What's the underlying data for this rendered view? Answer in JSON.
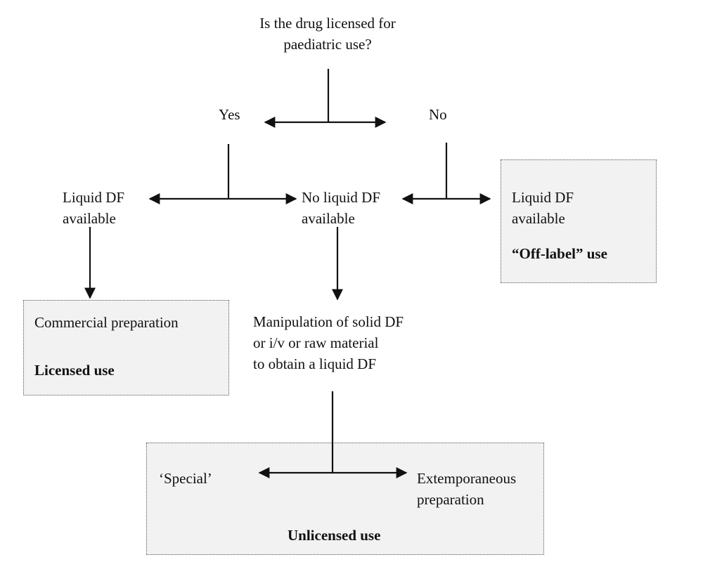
{
  "question": {
    "line1": "Is the drug licensed for",
    "line2": "paediatric use?"
  },
  "branches": {
    "yes": "Yes",
    "no": "No"
  },
  "nodes": {
    "liquid_left": {
      "line1": "Liquid DF",
      "line2": "available"
    },
    "no_liquid": {
      "line1": "No liquid DF",
      "line2": "available"
    },
    "liquid_right": {
      "line1": "Liquid DF",
      "line2": "available"
    },
    "manipulation": {
      "line1": "Manipulation of solid DF",
      "line2": "or i/v or raw material",
      "line3": "to obtain a liquid DF"
    }
  },
  "boxes": {
    "off_label": {
      "title": "“Off-label” use"
    },
    "licensed": {
      "text": "Commercial preparation",
      "title": "Licensed use"
    },
    "unlicensed": {
      "special": "‘Special’",
      "extemp_line1": "Extemporaneous",
      "extemp_line2": "preparation",
      "title": "Unlicensed use"
    }
  }
}
